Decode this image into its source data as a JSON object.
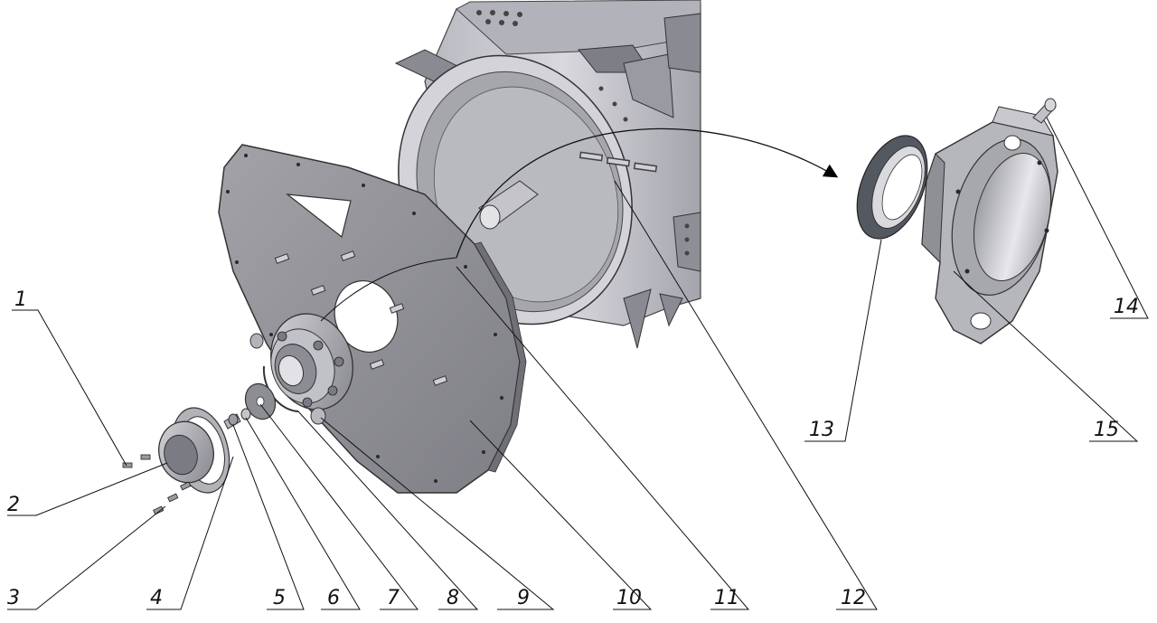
{
  "diagram": {
    "type": "exploded-assembly-drawing",
    "callouts": [
      "1",
      "2",
      "3",
      "4",
      "5",
      "6",
      "7",
      "8",
      "9",
      "10",
      "11",
      "12",
      "13",
      "14",
      "15"
    ],
    "colors": {
      "line": "#1a1a1a",
      "metal_light": "#c9c9cf",
      "metal_mid": "#9a9aa2",
      "metal_dark": "#5e5e66",
      "plate": "#8d8d93"
    }
  }
}
